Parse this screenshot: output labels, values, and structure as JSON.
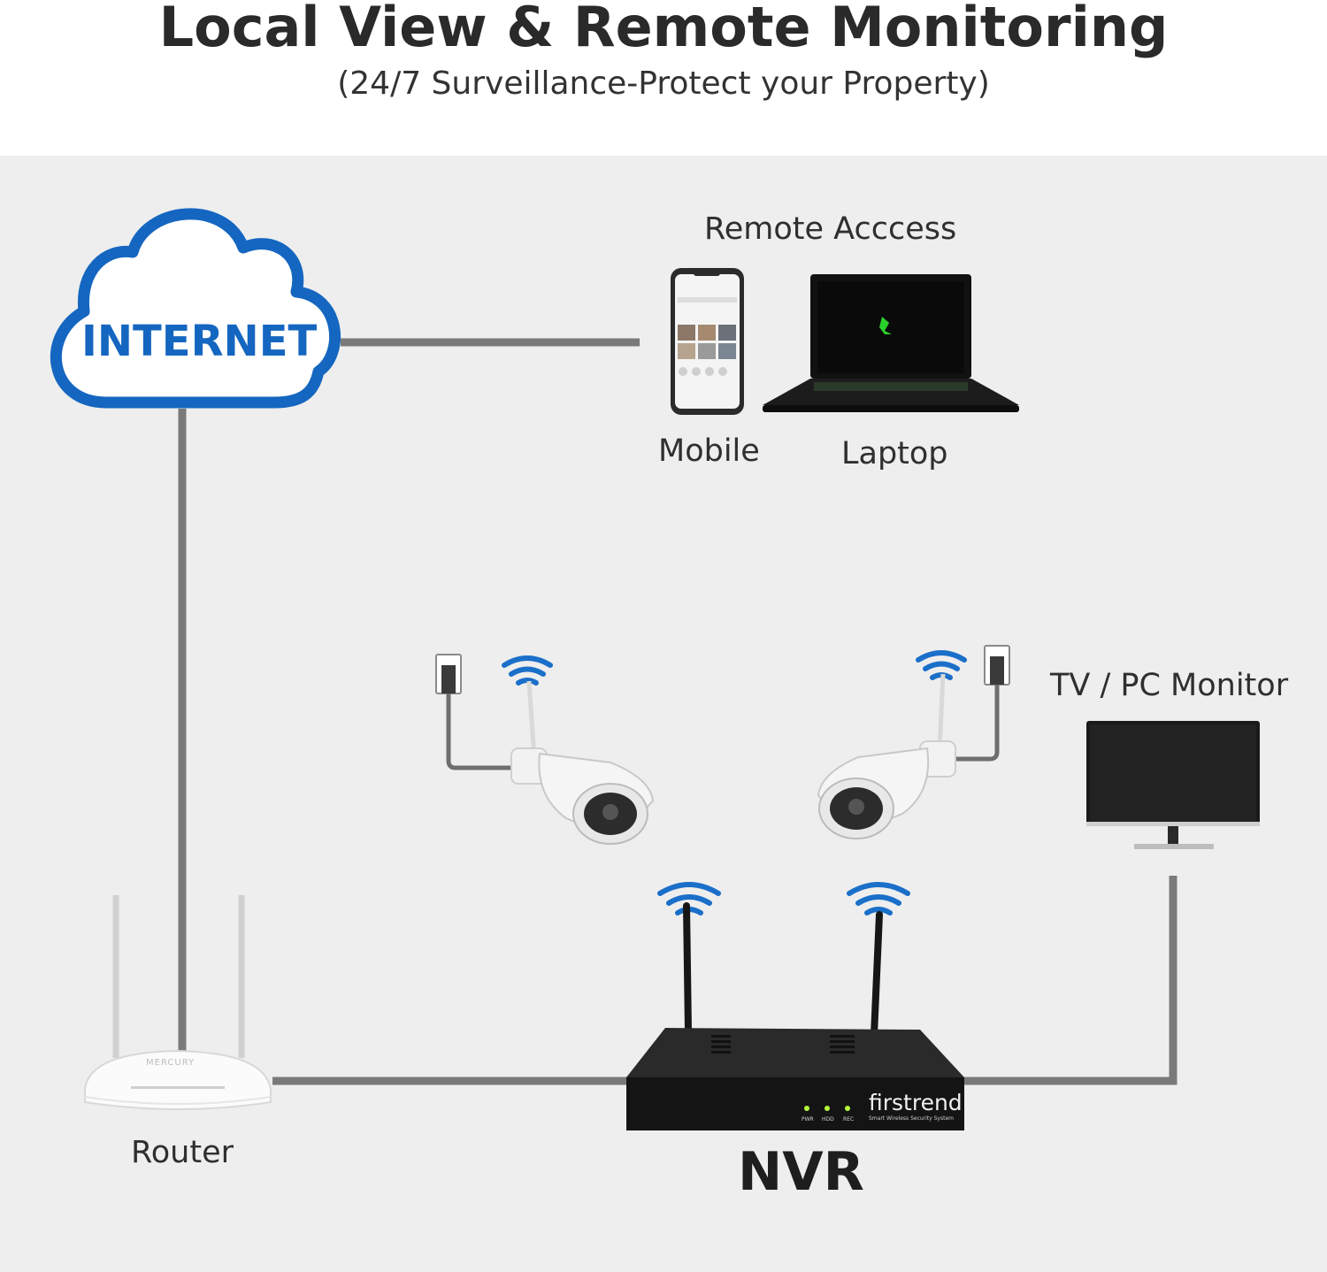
{
  "header": {
    "title": "Local View & Remote Monitoring",
    "subtitle": "(24/7 Surveillance-Protect your Property)"
  },
  "nodes": {
    "internet": "INTERNET",
    "remote_access": "Remote Acccess",
    "mobile": "Mobile",
    "laptop": "Laptop",
    "tv_monitor": "TV / PC Monitor",
    "router": "Router",
    "nvr": "NVR"
  },
  "nvr_panel": {
    "brand": "firstrend",
    "tagline": "Smart Wireless Security System",
    "leds": [
      "PWR",
      "HDD",
      "REC"
    ]
  },
  "router_brand": "MERCURY",
  "colors": {
    "cloud_blue": "#1566c0",
    "wifi_blue": "#1a6fc9",
    "link_gray": "#7a7a7a",
    "panel_bg": "#eeeeee"
  }
}
